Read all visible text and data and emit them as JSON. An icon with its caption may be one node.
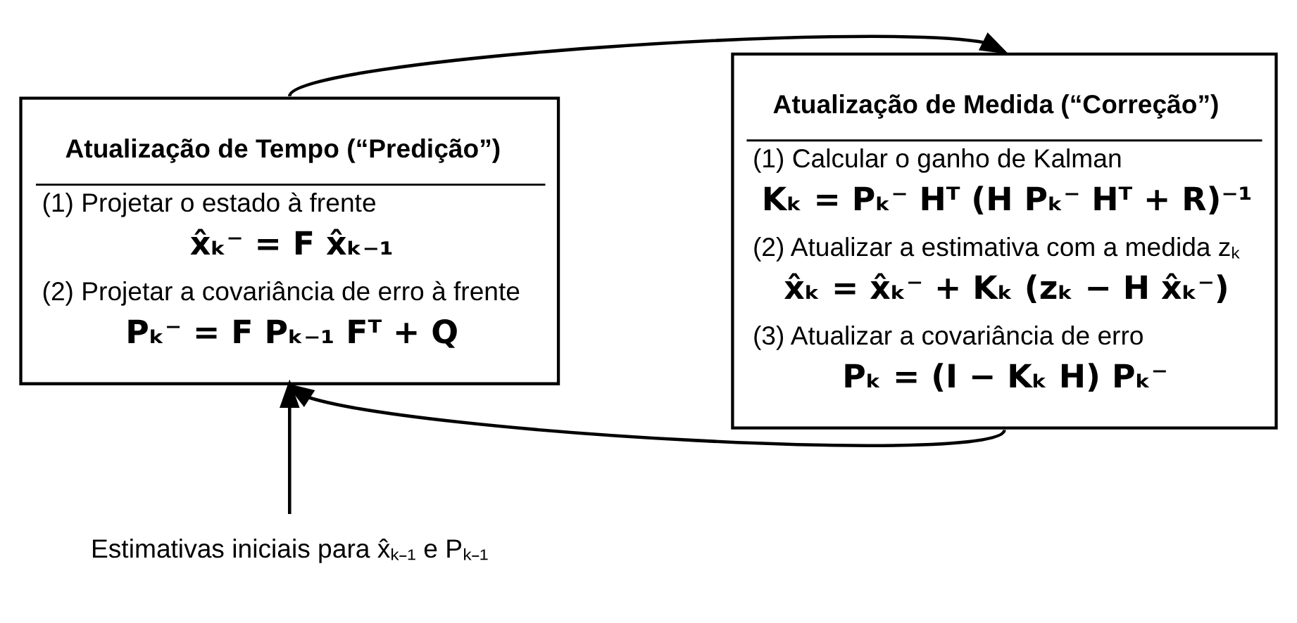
{
  "diagram": {
    "nodes": [
      {
        "text": [
          "Atualização de Tempo (“Predição”)",
          "(1) Projetar o estado à frente",
          "x̂ₖ⁻ = F x̂ₖ₋₁",
          "(2) Projetar a covariância de erro à frente",
          "Pₖ⁻ = F Pₖ₋₁ Fᵀ + Q"
        ]
      },
      {
        "text": [
          "Atualização de Medida (“Correção”)",
          "(1) Calcular o ganho de Kalman",
          "Kₖ = Pₖ⁻ Hᵀ (H Pₖ⁻ Hᵀ + R)⁻¹",
          "(2) Atualizar a estimativa com a medida zₖ",
          "x̂ₖ = x̂ₖ⁻ + Kₖ (zₖ − H x̂ₖ⁻)",
          "(3) Atualizar a covariância de erro",
          "Pₖ = (I − Kₖ H) Pₖ⁻"
        ]
      },
      {
        "text": [
          "Estimativas iniciais para x̂ₖ₋₁ e Pₖ₋₁"
        ]
      }
    ],
    "edges": [
      {
        "from": 0,
        "to": 1,
        "arrow": "to"
      },
      {
        "from": 1,
        "to": 0,
        "arrow": "to"
      },
      {
        "from": 2,
        "to": 0,
        "arrow": "to"
      }
    ]
  }
}
